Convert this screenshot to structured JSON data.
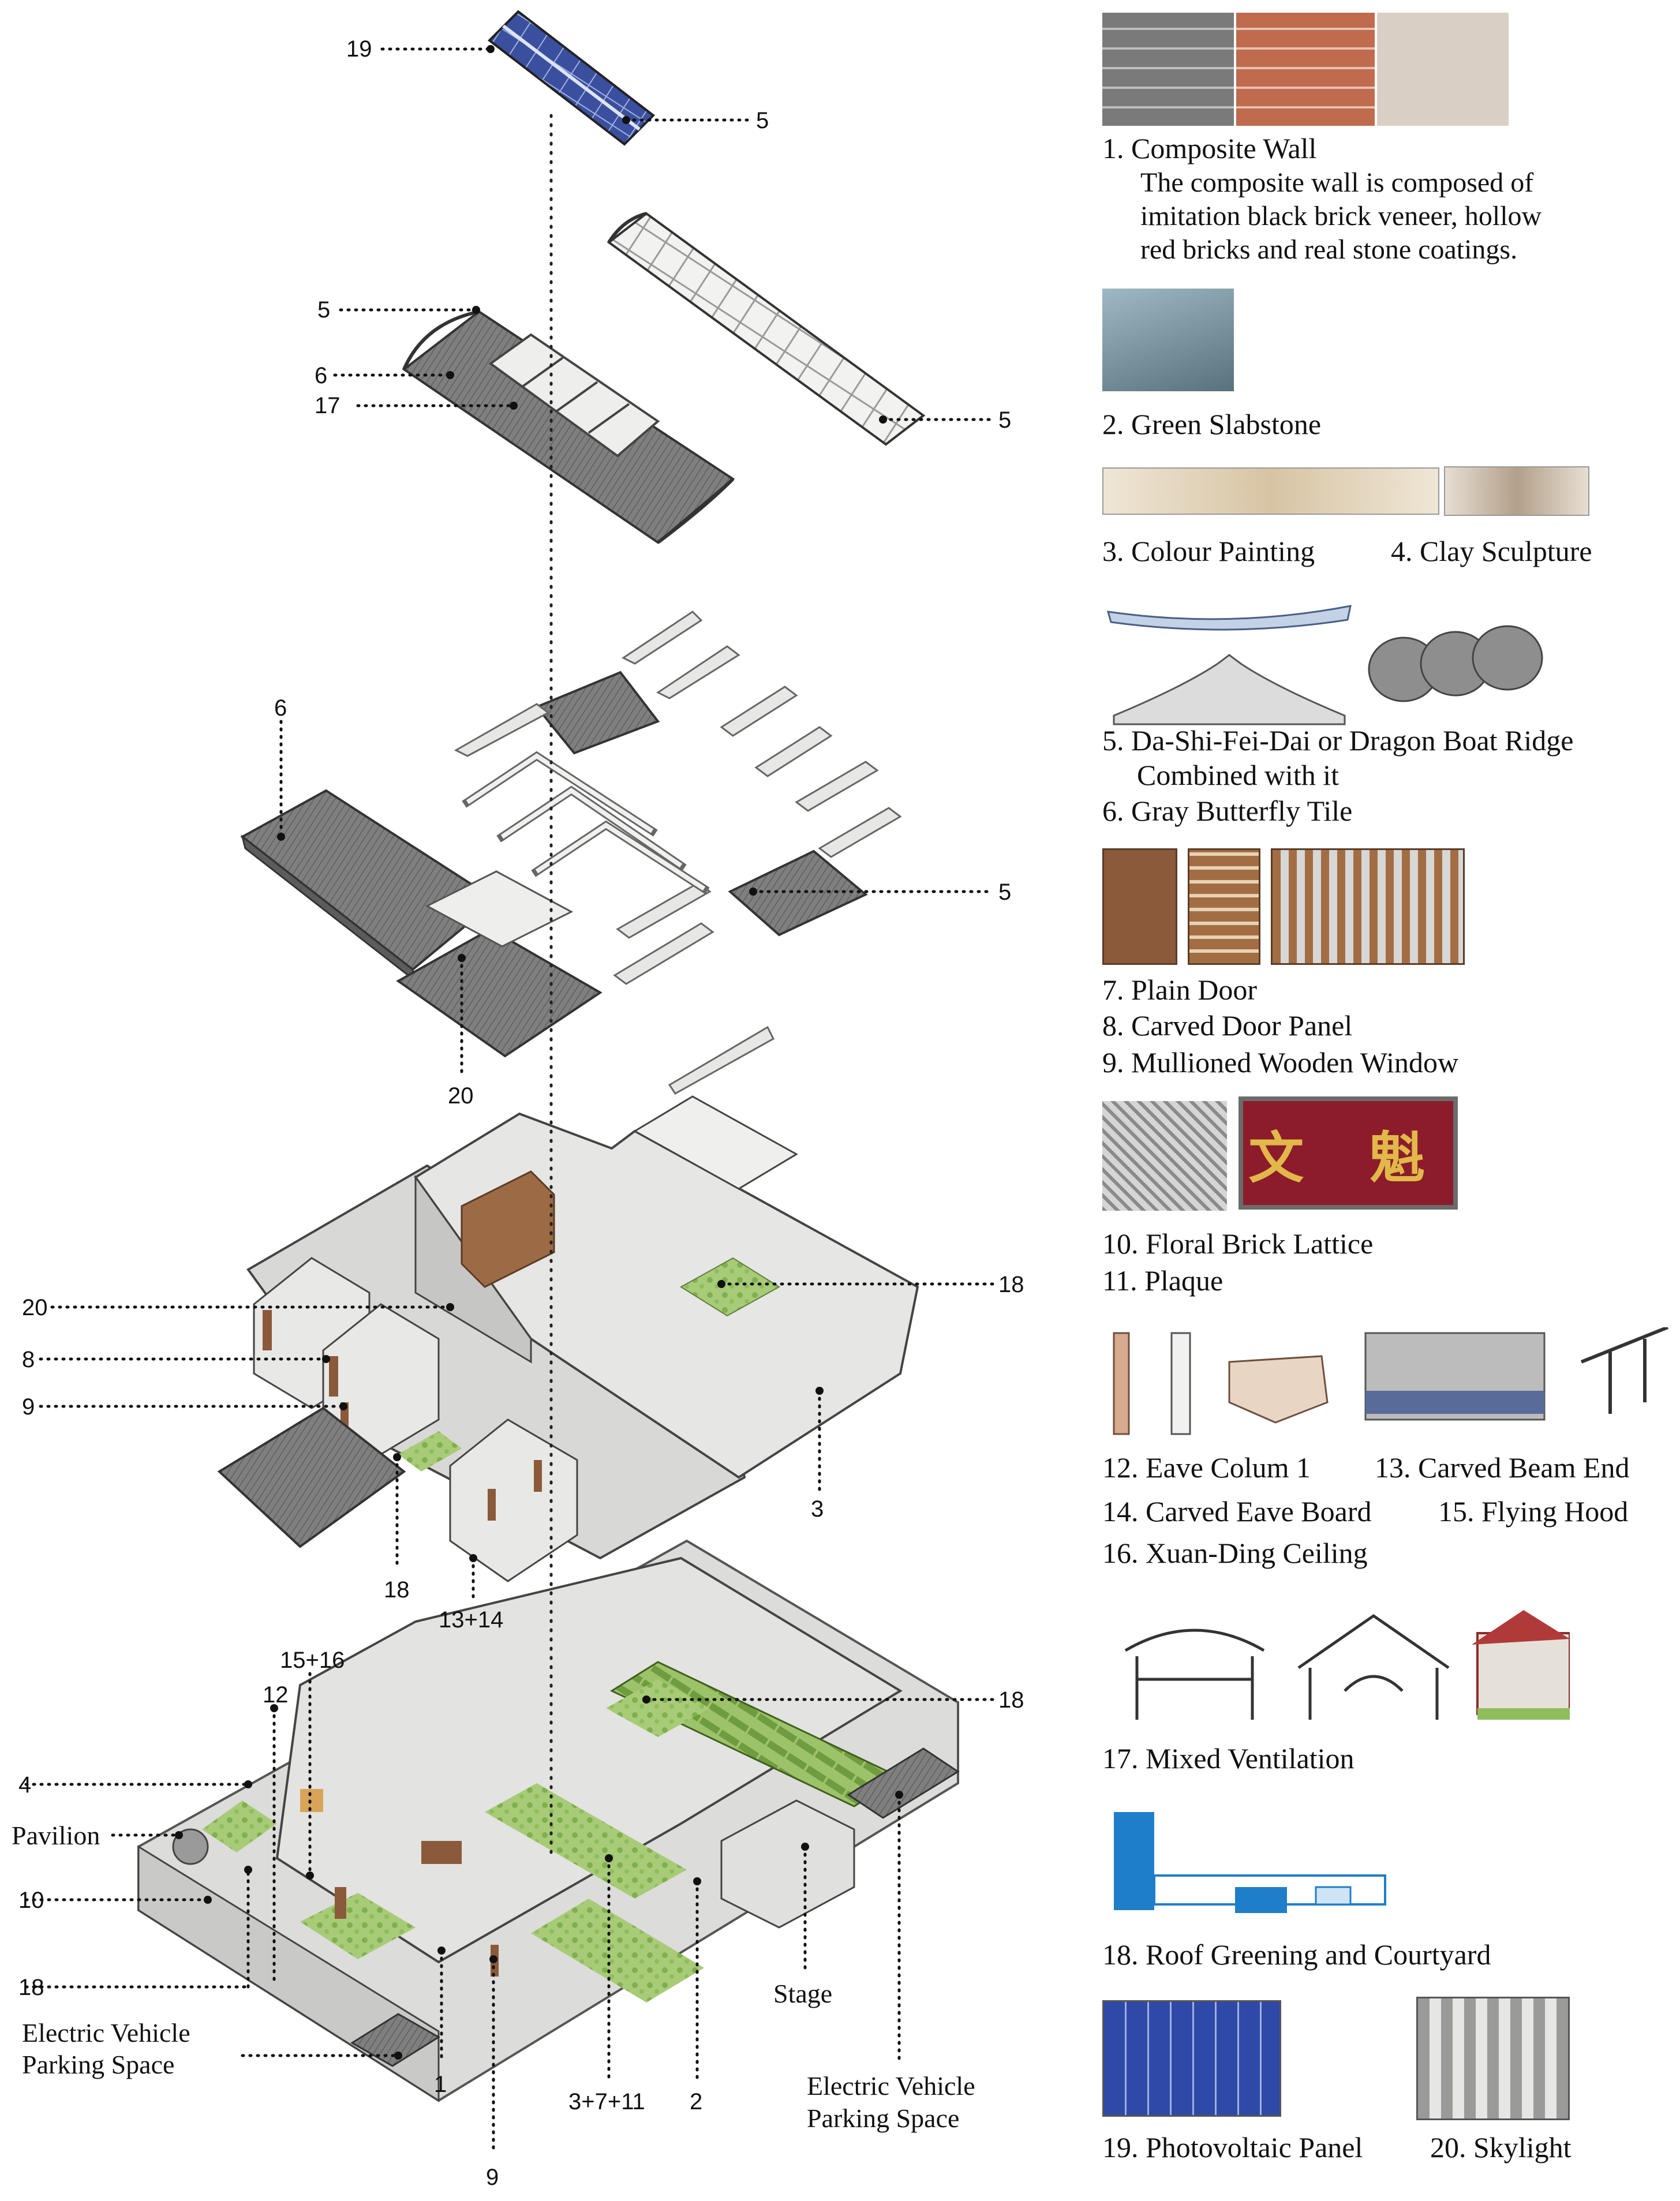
{
  "callouts": {
    "c19": "19",
    "c5a": "5",
    "c5b": "5",
    "c6a": "6",
    "c17": "17",
    "c5c": "5",
    "c6b": "6",
    "c5d": "5",
    "c20a": "20",
    "c20b": "20",
    "c8a": "8",
    "c9a": "9",
    "c18a": "18",
    "c3a": "3",
    "c18b": "18",
    "c13_14": "13+14",
    "c15_16": "15+16",
    "c12": "12",
    "c4": "4",
    "pavilion": "Pavilion",
    "c10": "10",
    "c18c": "18",
    "ev1_line1": "Electric Vehicle",
    "ev1_line2": "Parking Space",
    "c1": "1",
    "c9b": "9",
    "c3_7_11": "3+7+11",
    "c2": "2",
    "stage": "Stage",
    "ev2_line1": "Electric Vehicle",
    "ev2_line2": "Parking Space",
    "c18d": "18"
  },
  "legend": {
    "item1_title": "1. Composite Wall",
    "item1_desc1": "The composite wall is composed of",
    "item1_desc2": "imitation black brick veneer, hollow",
    "item1_desc3": "red bricks and real stone coatings.",
    "item2": "2. Green Slabstone",
    "item3": "3. Colour Painting",
    "item4": "4. Clay Sculpture",
    "item5_line1": "5. Da-Shi-Fei-Dai or Dragon Boat Ridge",
    "item5_line2": "Combined with it",
    "item6": "6. Gray Butterfly Tile",
    "item7": "7. Plain Door",
    "item8": "8. Carved Door Panel",
    "item9": "9. Mullioned Wooden Window",
    "item10": "10. Floral Brick Lattice",
    "item11": "11. Plaque",
    "plaque_text": "文 魁",
    "item12": "12. Eave Colum 1",
    "item13": "13. Carved Beam End",
    "item14": "14. Carved Eave Board",
    "item15": "15. Flying Hood",
    "item16": "16. Xuan-Ding Ceiling",
    "item17": "17. Mixed Ventilation",
    "item18": "18. Roof Greening and Courtyard",
    "item19": "19. Photovoltaic Panel",
    "item20": "20. Skylight"
  },
  "colors": {
    "roof_gray": "#7d7d7d",
    "roof_dark": "#5a5a5a",
    "wall_light": "#e4e4e2",
    "wall_shade": "#c9c9c7",
    "green": "#a9cc79",
    "wood": "#8a5a3a",
    "pv_blue": "#3a4f9e",
    "plaque_red": "#8c1c2c",
    "plaque_gold": "#e2b84a"
  }
}
